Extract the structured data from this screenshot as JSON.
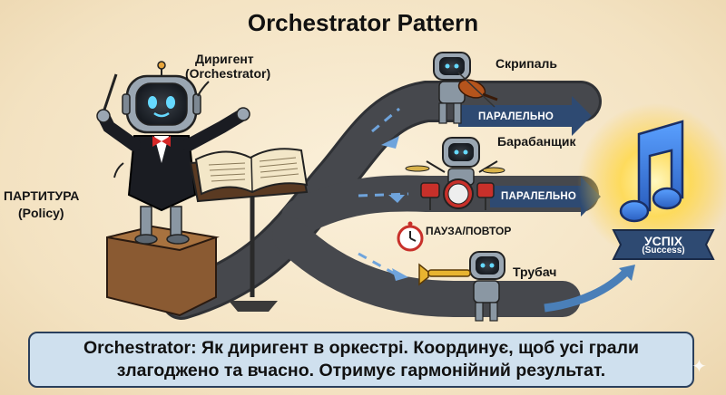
{
  "title": "Orchestrator Pattern",
  "conductor": {
    "label_line1": "Диригент",
    "label_line2": "(Orchestrator)"
  },
  "score": {
    "label_line1": "ПАРТИТУРА",
    "label_line2": "(Policy)"
  },
  "musicians": {
    "violinist": "Скрипаль",
    "drummer": "Барабанщик",
    "trumpeter": "Трубач"
  },
  "arrows": {
    "parallel_1": "ПАРАЛЕЛЬНО",
    "parallel_2": "ПАРАЛЕЛЬНО",
    "pause_retry": "ПАУЗА/ПОВТОР"
  },
  "success": {
    "label": "УСПІХ",
    "sublabel": "(Success)"
  },
  "caption": {
    "line1": "Orchestrator: Як диригент в оркестрі. Координує, щоб усі грали",
    "line2": "злагоджено та вчасно. Отримує гармонійний результат."
  },
  "colors": {
    "road": "#3c3e42",
    "arrow_blue": "#4a7fb8",
    "banner": "#2e4a72",
    "robot": "#8a97a3",
    "note": "#3a6fd0"
  },
  "icons": [
    "baton-icon",
    "book-icon",
    "violin-icon",
    "drum-kit-icon",
    "trumpet-icon",
    "clock-icon",
    "music-note-icon",
    "sparkle-icon"
  ]
}
